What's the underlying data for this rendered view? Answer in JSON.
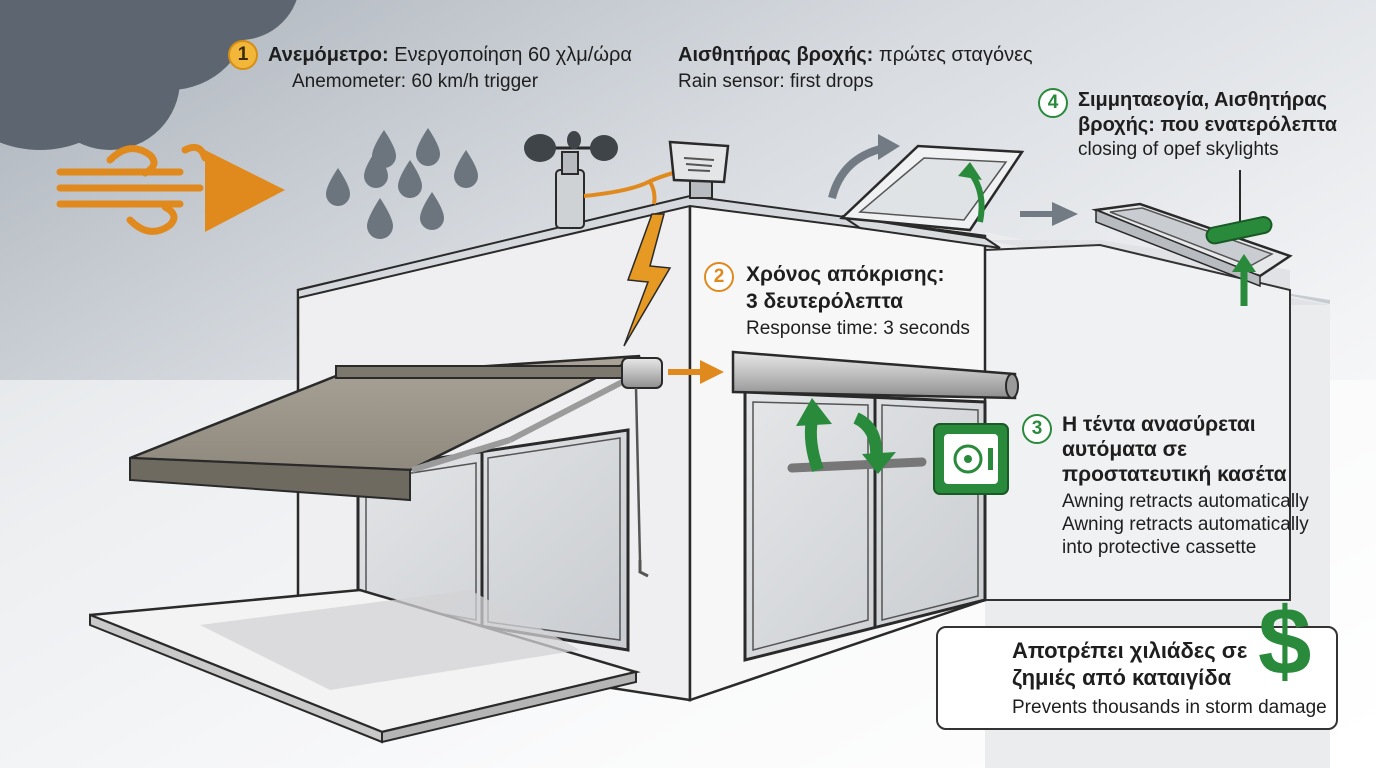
{
  "step1": {
    "number": "1",
    "title": "Ανεμόμετρο:",
    "title_rest": "Ενεργοποίηση 60 χλμ/ώρα",
    "subtitle": "Anemometer: 60 km/h trigger"
  },
  "rain_sensor": {
    "title": "Αισθητήρας βροχής:",
    "title_rest": "πρώτες σταγόνες",
    "subtitle": "Rain sensor: first drops"
  },
  "step2": {
    "number": "2",
    "line1": "Χρόνος απόκρισης:",
    "line2": "3 δευτερόλεπτα",
    "subtitle": "Response time: 3 seconds"
  },
  "step3": {
    "number": "3",
    "line1": "Η τέντα ανασύρεται",
    "line2": "αυτόματα σε",
    "line3": "προστατευτική κασέτα",
    "sub1": "Awning retracts automatically",
    "sub2": "Awning retracts automatically",
    "sub3": "into protective cassette"
  },
  "step4": {
    "number": "4",
    "line1": "Σιμμηταεογία, Αισθητήρας",
    "line2": "βροχής: που ενατερόλεπτα",
    "subtitle": "closing of opef skylights"
  },
  "callout": {
    "line1": "Αποτρέπει χιλιάδες σε",
    "line2": "ζημιές από καταιγίδα",
    "subtitle": "Prevents thousands in storm damage",
    "dollar": "$"
  },
  "icons": {
    "wind": "wind-icon",
    "rain": "rain-drops-icon",
    "anemometer": "anemometer-icon",
    "rain_sensor": "rain-sensor-icon",
    "lightning": "lightning-icon",
    "skylight": "skylight-icon",
    "safe": "safe-icon",
    "check": "check-icon",
    "dollar": "dollar-icon"
  },
  "colors": {
    "accent_orange": "#e08a1e",
    "accent_green": "#2a8a3c",
    "storm_gray": "#5d6670"
  }
}
